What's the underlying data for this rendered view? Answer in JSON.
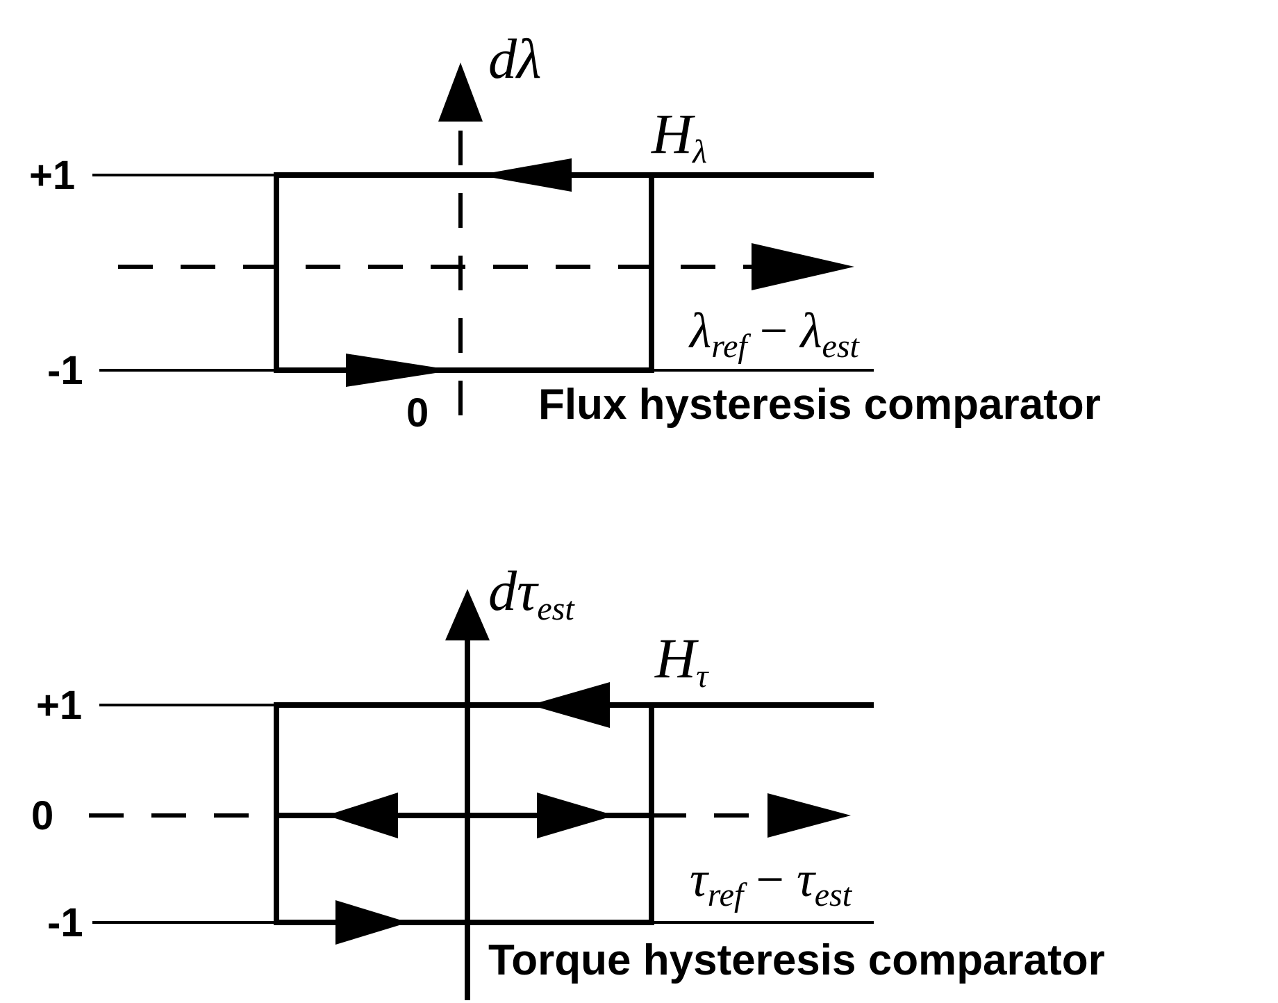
{
  "flux": {
    "y_axis_label_base": "dλ",
    "hysteresis_symbol_base": "H",
    "hysteresis_symbol_sub": "λ",
    "level_plus": "+1",
    "level_minus": "-1",
    "origin": "0",
    "x_axis_label": {
      "lhs_base": "λ",
      "lhs_sub": "ref",
      "operator": "−",
      "rhs_base": "λ",
      "rhs_sub": "est"
    },
    "caption": "Flux hysteresis comparator"
  },
  "torque": {
    "y_axis_label_base": "dτ",
    "y_axis_label_sub": "est",
    "hysteresis_symbol_base": "H",
    "hysteresis_symbol_sub": "τ",
    "level_plus": "+1",
    "level_zero": "0",
    "level_minus": "-1",
    "x_axis_label": {
      "lhs_base": "τ",
      "lhs_sub": "ref",
      "operator": "−",
      "rhs_base": "τ",
      "rhs_sub": "est"
    },
    "caption": "Torque hysteresis comparator"
  }
}
